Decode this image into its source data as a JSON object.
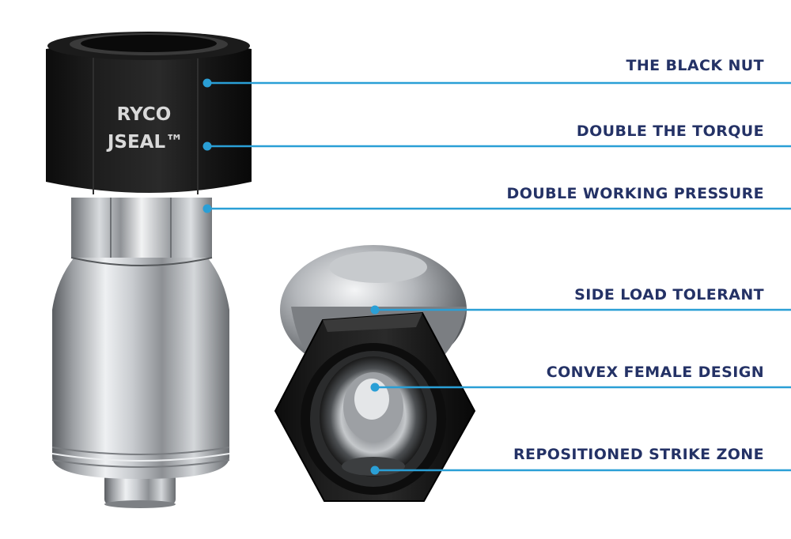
{
  "nut_marking": {
    "line1": "RYCO",
    "line2": "JSEAL™"
  },
  "callouts": [
    {
      "id": "black-nut",
      "label": "THE BLACK NUT"
    },
    {
      "id": "double-torque",
      "label": "DOUBLE THE TORQUE"
    },
    {
      "id": "double-pressure",
      "label": "DOUBLE WORKING PRESSURE"
    },
    {
      "id": "side-load",
      "label": "SIDE LOAD TOLERANT"
    },
    {
      "id": "convex-female",
      "label": "CONVEX FEMALE DESIGN"
    },
    {
      "id": "strike-zone",
      "label": "REPOSITIONED STRIKE ZONE"
    }
  ],
  "colors": {
    "label_text": "#243266",
    "leader_line": "#2a9fd6",
    "nut": "#141414",
    "steel": "#b9bcc0"
  }
}
